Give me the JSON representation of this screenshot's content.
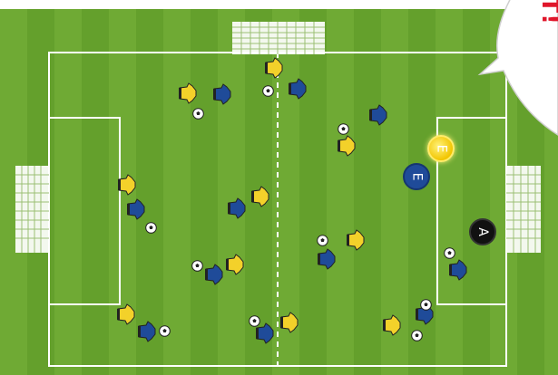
{
  "markers": {
    "e_yellow": "E",
    "e_blue": "E",
    "a": "A"
  },
  "bubble_text": "D BRUT!",
  "colors": {
    "grass_light": "#6faa34",
    "grass_dark": "#64a02c",
    "team_yellow": "#f3d12a",
    "team_blue": "#1f4b99",
    "bubble_text": "#e0162b"
  },
  "icons": [
    "yellow-player-icon",
    "blue-player-icon",
    "soccer-ball-icon"
  ]
}
